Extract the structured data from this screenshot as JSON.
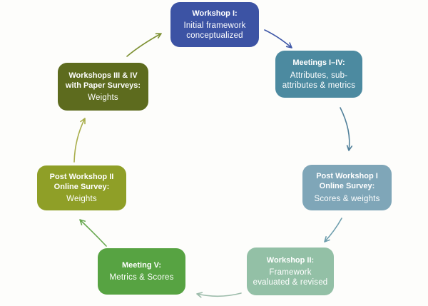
{
  "diagram": {
    "background_color": "#fdfdfb",
    "text_color": "#ffffff",
    "boxes": {
      "workshop1": {
        "title": "Workshop I:",
        "body": "Initial framework\nconceptualized",
        "color": "#3c53a4"
      },
      "meetings1to4": {
        "title": "Meetings I–IV:",
        "body": "Attributes, sub-\nattributes & metrics",
        "color": "#4c8aa0"
      },
      "postWorkshop1": {
        "title": "Post Workshop I\nOnline Survey:",
        "body": "Scores & weights",
        "color": "#7fa6b8"
      },
      "workshop2": {
        "title": "Workshop II:",
        "body": "Framework\nevaluated & revised",
        "color": "#93c0a6"
      },
      "meeting5": {
        "title": "Meeting V:",
        "body": "Metrics & Scores",
        "color": "#57a342"
      },
      "postWorkshop2": {
        "title": "Post Workshop II\nOnline Survey:",
        "body": "Weights",
        "color": "#8f9f27"
      },
      "workshops3and4": {
        "title": "Workshops III & IV\nwith Paper Surveys:",
        "body": "Weights",
        "color": "#5d6b1e"
      }
    },
    "arrows": {
      "workshops3and4_to_workshop1": {
        "color": "#7e9133"
      },
      "workshop1_to_meetings1to4": {
        "color": "#3e57a7"
      },
      "meetings1to4_to_postWorkshop1": {
        "color": "#51809a"
      },
      "postWorkshop1_to_workshop2": {
        "color": "#6f9fae"
      },
      "workshop2_to_meeting5": {
        "color": "#9dbcab"
      },
      "meeting5_to_postWorkshop2": {
        "color": "#68a850"
      },
      "postWorkshop2_to_workshops3and4": {
        "color": "#a9ae4b"
      }
    }
  }
}
